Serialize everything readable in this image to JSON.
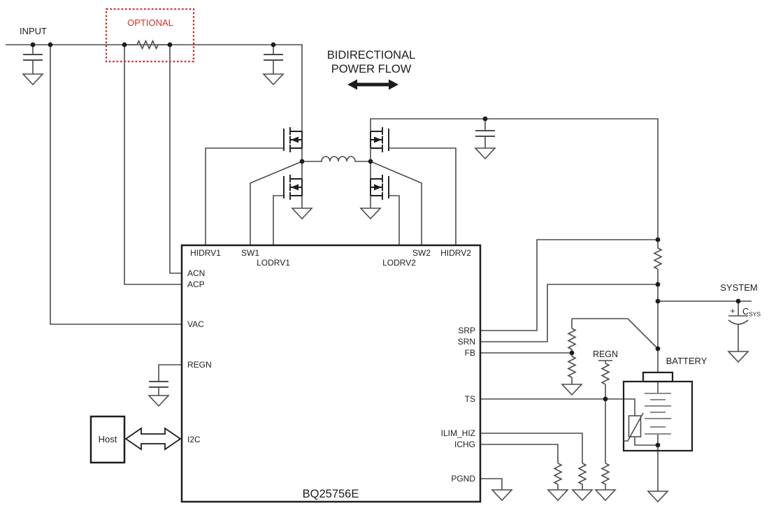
{
  "diagram": {
    "part_number": "BQ25756E",
    "labels": {
      "input": "INPUT",
      "optional": "OPTIONAL",
      "bidirectional_1": "BIDIRECTIONAL",
      "bidirectional_2": "POWER FLOW",
      "system": "SYSTEM",
      "battery": "BATTERY",
      "regn_rail": "REGN",
      "host": "Host",
      "csys_plus": "+",
      "csys_c": "C",
      "csys_sub": "SYS"
    },
    "ic": {
      "name": "BQ25756E",
      "pins": {
        "hidrv1": "HIDRV1",
        "sw1": "SW1",
        "lodrv1": "LODRV1",
        "lodrv2": "LODRV2",
        "sw2": "SW2",
        "hidrv2": "HIDRV2",
        "acn": "ACN",
        "acp": "ACP",
        "vac": "VAC",
        "regn": "REGN",
        "i2c": "I2C",
        "srp": "SRP",
        "srn": "SRN",
        "fb": "FB",
        "ts": "TS",
        "ilim_hiz": "ILIM_HIZ",
        "ichg": "ICHG",
        "pgnd": "PGND"
      }
    },
    "colors": {
      "wire": "#4c4c4c",
      "component": "#1d1d1d",
      "optional_red": "#cd2f2a",
      "battery_plate": "#8a8a8a",
      "background": "#ffffff"
    }
  }
}
